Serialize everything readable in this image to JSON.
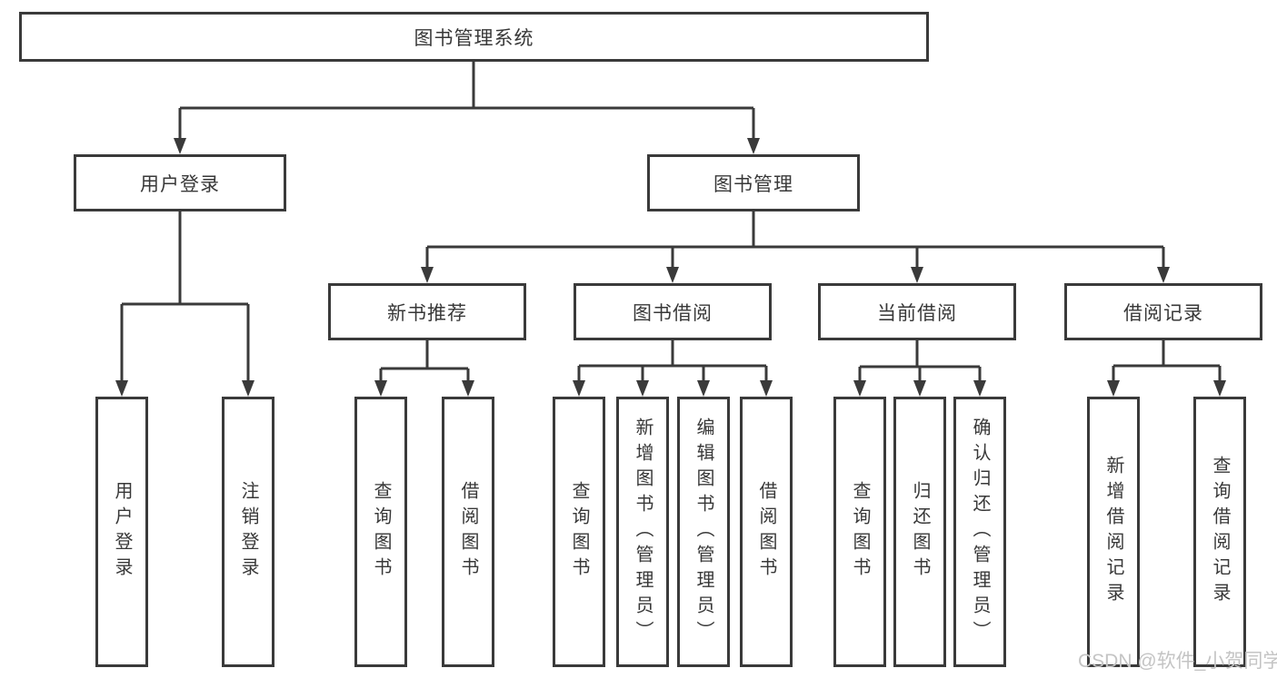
{
  "colors": {
    "line": "#3a3a3a",
    "text": "#383838",
    "background": "#ffffff",
    "watermark": "#c4c4c4"
  },
  "watermark": "CSDN @软件_小贺同学",
  "tree": {
    "label": "图书管理系统",
    "children": [
      {
        "label": "用户登录",
        "children": [
          {
            "label": "用户登录"
          },
          {
            "label": "注销登录"
          }
        ]
      },
      {
        "label": "图书管理",
        "children": [
          {
            "label": "新书推荐",
            "children": [
              {
                "label": "查询图书"
              },
              {
                "label": "借阅图书"
              }
            ]
          },
          {
            "label": "图书借阅",
            "children": [
              {
                "label": "查询图书"
              },
              {
                "label": "新增图书（管理员）"
              },
              {
                "label": "编辑图书（管理员）"
              },
              {
                "label": "借阅图书"
              }
            ]
          },
          {
            "label": "当前借阅",
            "children": [
              {
                "label": "查询图书"
              },
              {
                "label": "归还图书"
              },
              {
                "label": "确认归还（管理员）"
              }
            ]
          },
          {
            "label": "借阅记录",
            "children": [
              {
                "label": "新增借阅记录"
              },
              {
                "label": "查询借阅记录"
              }
            ]
          }
        ]
      }
    ]
  }
}
